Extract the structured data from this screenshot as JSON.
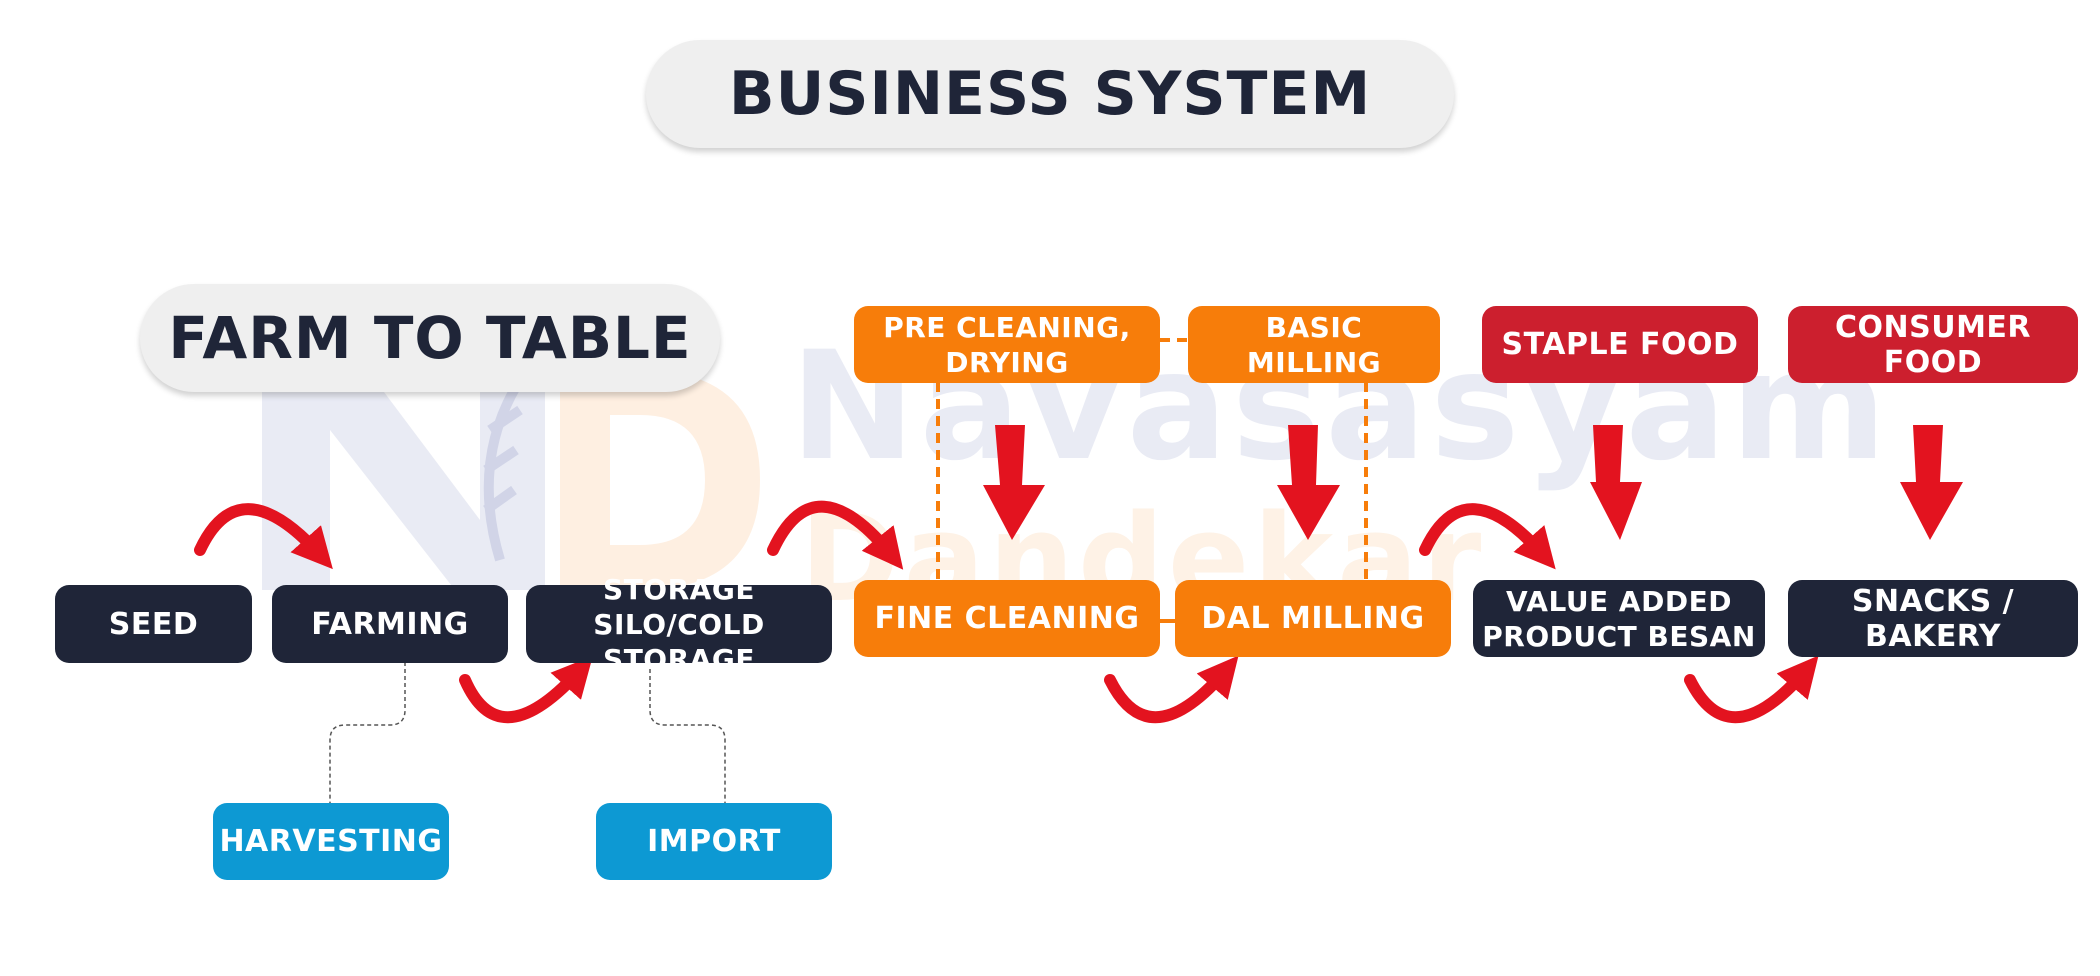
{
  "title": "BUSINESS SYSTEM",
  "section_title": "FARM TO TABLE",
  "watermark": {
    "line1": "Navasasyam",
    "line2": "Dandekar",
    "logo_letters": "ND"
  },
  "nodes": {
    "seed": "SEED",
    "farming": "FARMING",
    "storage": "STORAGE\nSILO/COLD STORAGE",
    "harvesting": "HARVESTING",
    "import": "IMPORT",
    "pre_cleaning": "PRE CLEANING,\nDRYING",
    "basic_milling": "BASIC\nMILLING",
    "fine_cleaning": "FINE CLEANING",
    "dal_milling": "DAL MILLING",
    "staple_food": "STAPLE FOOD",
    "consumer_food": "CONSUMER FOOD",
    "value_added": "VALUE ADDED\nPRODUCT BESAN",
    "snacks_bakery": "SNACKS / BAKERY"
  },
  "colors": {
    "dark": "#1f2538",
    "orange": "#f77d0a",
    "red": "#cc1f2e",
    "blue": "#0d99d3",
    "arrow": "#e3131f"
  }
}
